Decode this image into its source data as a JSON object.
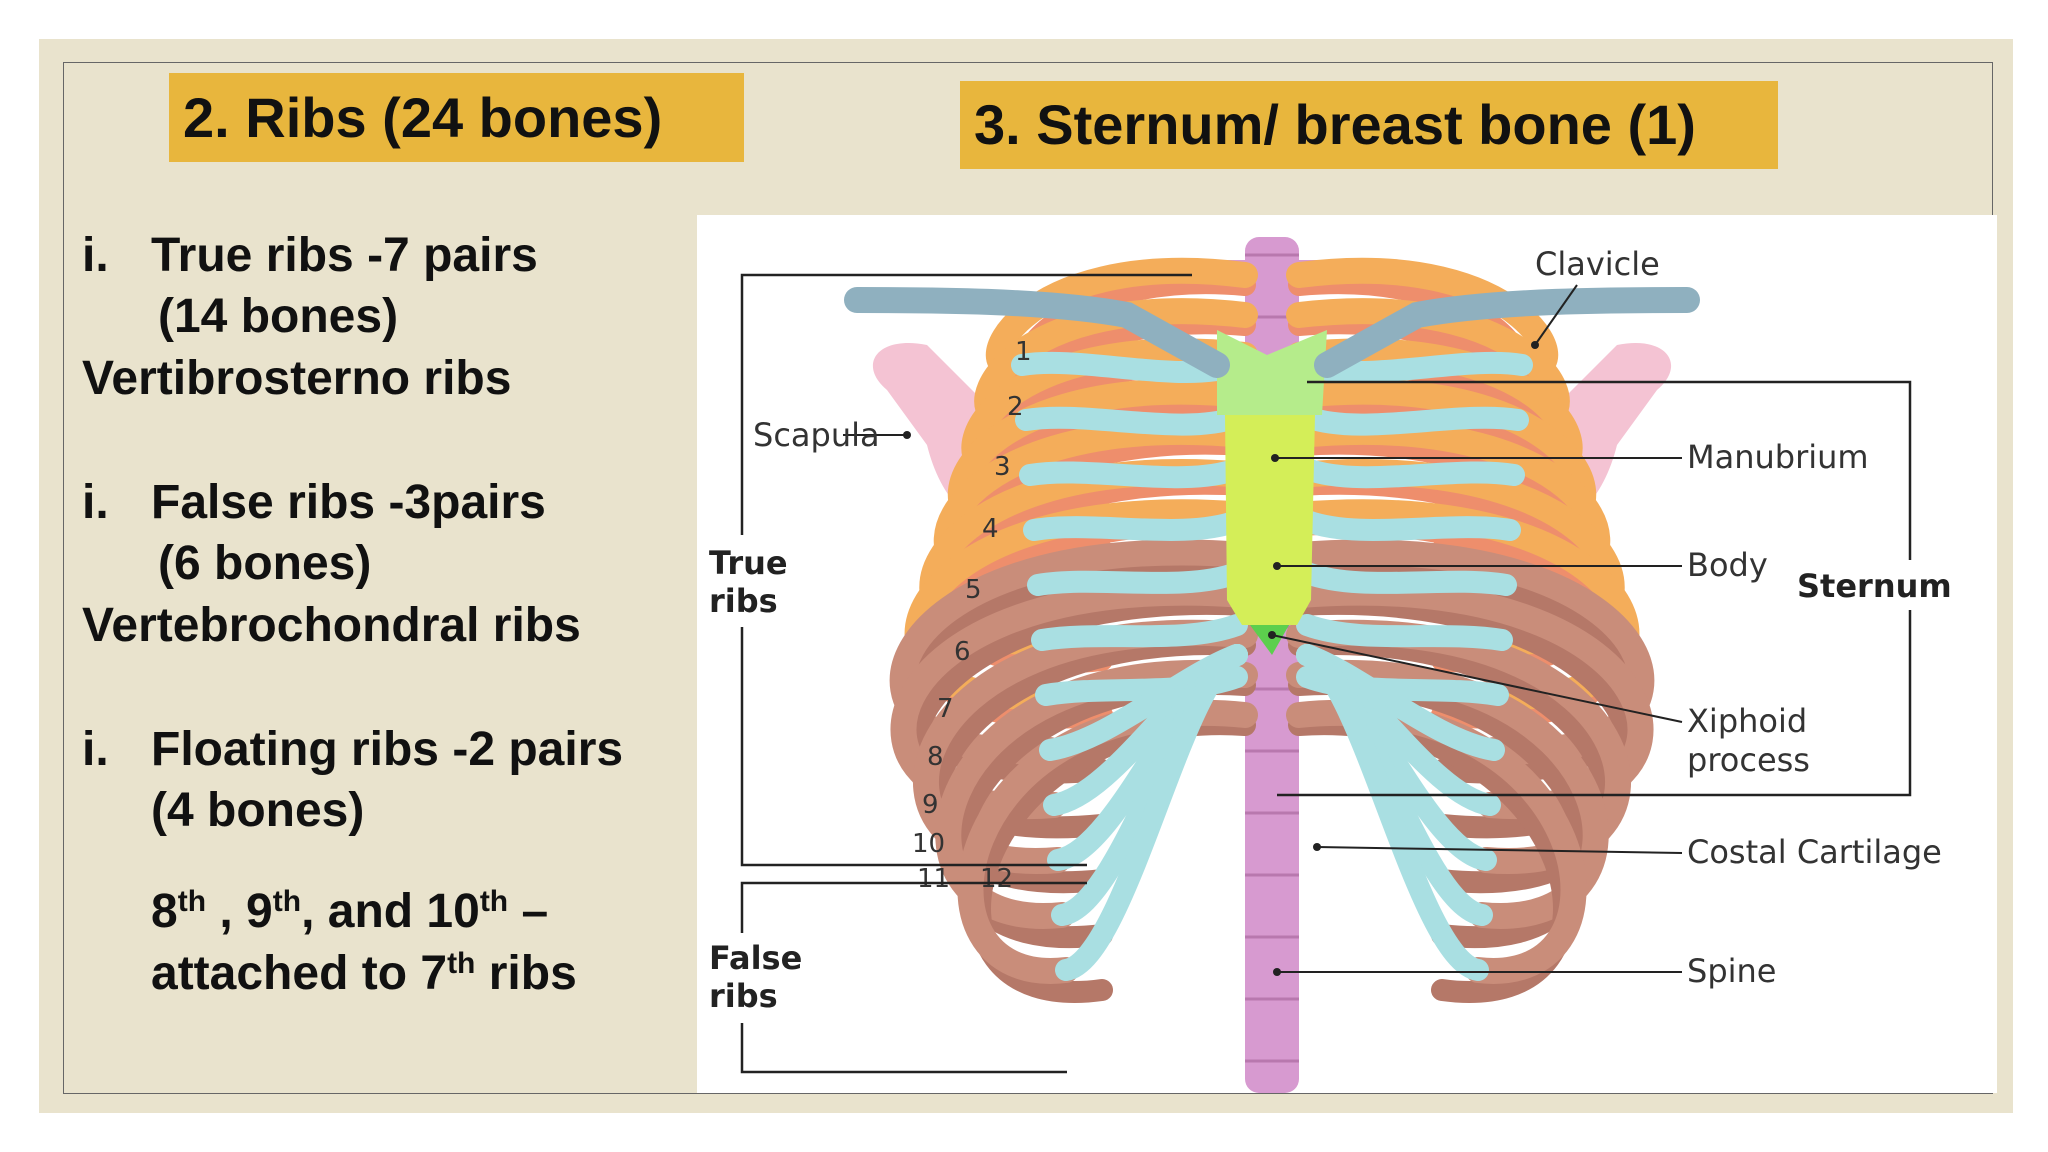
{
  "slide": {
    "heading_ribs": "2. Ribs (24 bones)",
    "heading_sternum": "3. Sternum/ breast bone (1)"
  },
  "ribs_list": {
    "true_ribs": {
      "marker": "i.",
      "line1": "True ribs -7 pairs",
      "line2": "(14 bones)",
      "line3": "Vertibrosterno ribs"
    },
    "false_ribs": {
      "marker": "i.",
      "line1": "False ribs -3pairs",
      "line2": "(6 bones)",
      "line3": "Vertebrochondral ribs"
    },
    "floating_ribs": {
      "marker": "i.",
      "line1": "Floating ribs -2 pairs",
      "line2": "(4 bones)"
    },
    "note": {
      "n8": "8",
      "th1": "th",
      "sep1": " , ",
      "n9": "9",
      "th2": "th",
      "sep2": ", and ",
      "n10": "10",
      "th3": "th",
      "dash": " –",
      "attached": "attached to 7",
      "th4": "th",
      "ribs": " ribs"
    }
  },
  "diagram": {
    "labels": {
      "clavicle": "Clavicle",
      "scapula": "Scapula",
      "manubrium": "Manubrium",
      "body": "Body",
      "sternum": "Sternum",
      "xiphoid_1": "Xiphoid",
      "xiphoid_2": "process",
      "costal_cartilage": "Costal Cartilage",
      "spine": "Spine",
      "true_ribs_1": "True",
      "true_ribs_2": "ribs",
      "false_ribs_1": "False",
      "false_ribs_2": "ribs"
    },
    "rib_numbers": [
      "1",
      "2",
      "3",
      "4",
      "5",
      "6",
      "7",
      "8",
      "9",
      "10",
      "11",
      "12"
    ],
    "colors": {
      "true_rib": "#f4ad5a",
      "true_rib_back": "#ee8e6c",
      "false_rib": "#c98d7a",
      "cartilage": "#a9dfe2",
      "clavicle": "#8fb0bf",
      "manubrium": "#b5ec8b",
      "sternum_body": "#d4ee58",
      "xiphoid": "#5ccf4d",
      "spine": "#d79ad0",
      "scapula": "#f4c3d3"
    }
  }
}
